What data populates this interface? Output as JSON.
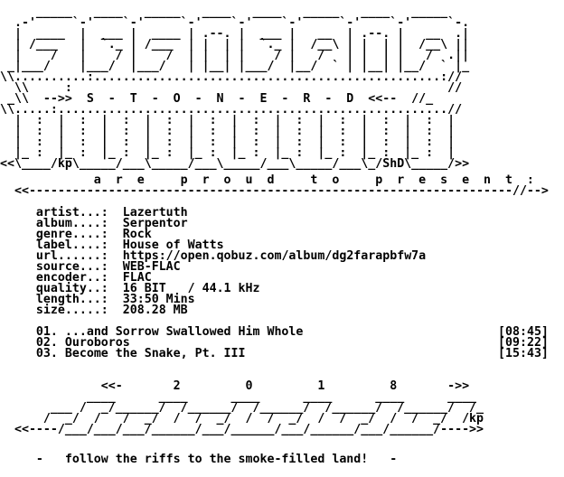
{
  "header_art": "     _____   ____   _____   ____   ____   _____   ____   _____\n  .-'     `-'    `-'     `-'    `-'    `-'     `-'    `-'     `-.\n  |  ____  |  ___ |  ____ | .--. |  ___ |   __  | .--. |   __  .|\n  | /___   |  `._ | /___  | |  | |  `._ |  /__\\ | |  | |  /__\\ ||\n  |    /   |    / |    /  | |  | |    / |   /   | |  | |   /  .||\n _|___/    |___/  |___/   | |__| |___/  |__/  ` | |__| |__/  ` |_\n\\\\..........:................................................://\n  \\\\     :                                                    //\n _\\\\  -->>  S  -  T  -  O  -  N  -  E  -  R  -  D  <<--  //_\n\\\\.....:......................................................//\n  |  :  |  :  |  :  |  :  |  :  |  :  |  :  |  :  |  :  |  :  |\n  |  :  |  :  |  :  |  :  |  :  |  :  |  :  |  :  |  :  |  :  |\n  |  :  |  :  |  :  |  :  |  :  |  :  |  :  |  :  |  :  |  :  |\n  |_ :  |_ :  |_ :  |_ :  |_ :  |_ :  |_ :  |_ :  |_ :  |_ :  |\n<<\\____/kp\\_____/___\\_____/___\\_____/___\\_____/___\\_/ShD\\_____/>>",
  "present_line": "             a  r  e     p  r  o  u  d     t  o     p  r  e  s  e  n  t  :\n  <<-------------------------------------------------------------------//-->",
  "release": {
    "fields": [
      {
        "label": "artist...:",
        "value": "Lazertuth"
      },
      {
        "label": "album....:",
        "value": "Serpentor"
      },
      {
        "label": "genre....:",
        "value": "Rock"
      },
      {
        "label": "label....:",
        "value": "House of Watts"
      },
      {
        "label": "url......:",
        "value": "https://open.qobuz.com/album/dg2farapbfw7a"
      },
      {
        "label": "source...:",
        "value": "WEB-FLAC"
      },
      {
        "label": "encoder..:",
        "value": "FLAC"
      },
      {
        "label": "quality..:",
        "value": "16 BIT   / 44.1 kHz"
      },
      {
        "label": "length...:",
        "value": "33:50 Mins"
      },
      {
        "label": "size.....:",
        "value": "208.28 MB"
      }
    ]
  },
  "tracks": [
    {
      "number": "01.",
      "title": "...and Sorrow Swallowed Him Whole",
      "duration": "[08:45]"
    },
    {
      "number": "02.",
      "title": "Ouroboros",
      "duration": "[09:22]"
    },
    {
      "number": "03.",
      "title": "Become the Snake, Pt. III",
      "duration": "[15:43]"
    }
  ],
  "year_art": "              <<-       2         0         1         8       ->>\n            ____      ____      ____      ____      ____      ____\n       ___ /  _/______/  /______/  /______/  /______/  /______/  /_\n      /  _/  /   /  _/  /  /  _/  /  /  _/  /  /  _/  /  /  _/  /kp\n  <<----/___/___/___/______/___/______/___/______/___/______/---->>",
  "tagline": "     -   follow the riffs to the smoke-filled land!   -"
}
